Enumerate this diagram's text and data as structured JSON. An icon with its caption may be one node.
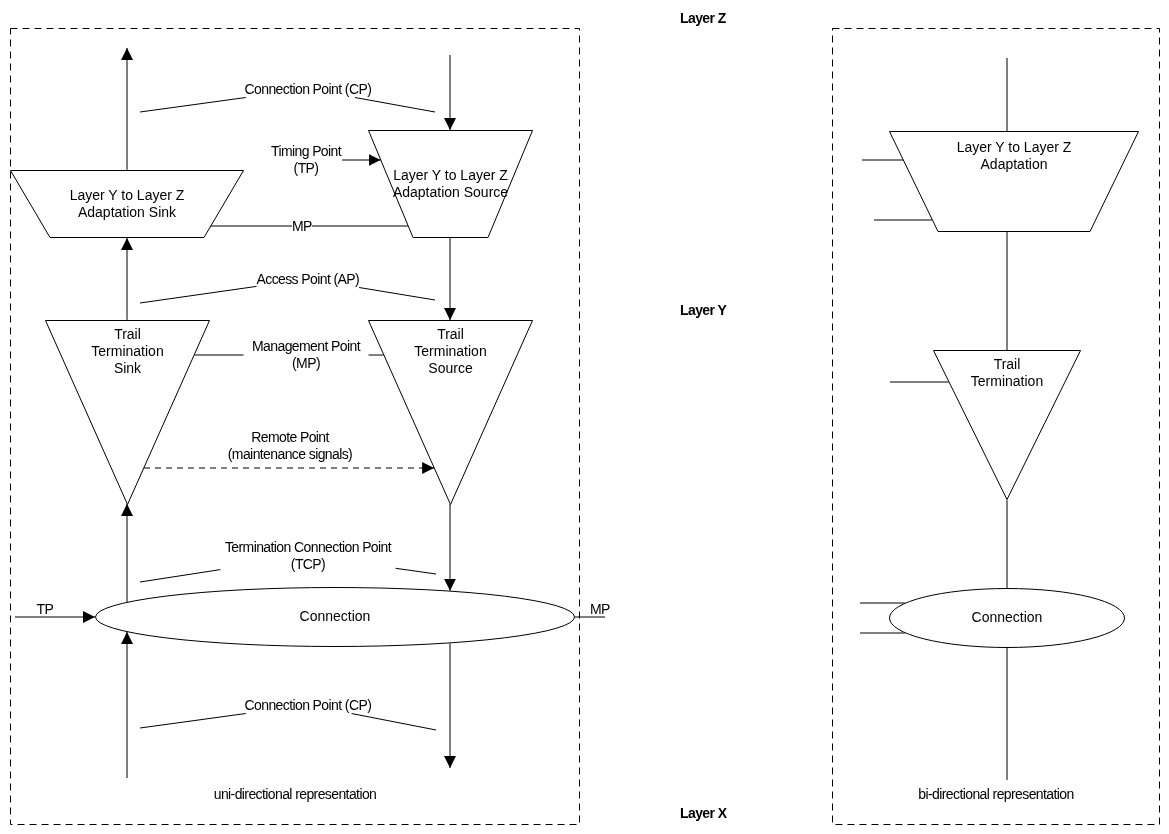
{
  "diagram": {
    "nodes": [
      {
        "text": [
          "uni-directional representation"
        ]
      },
      {
        "text": [
          "bi-directional representation"
        ]
      },
      {
        "text": [
          "Layer Y to Layer Z Adaptation Sink"
        ],
        "in": 0
      },
      {
        "text": [
          "Layer Y to Layer Z Adaptation Source"
        ],
        "in": 0
      },
      {
        "text": [
          "Trail Termination Sink"
        ],
        "in": 0
      },
      {
        "text": [
          "Trail Termination Source"
        ],
        "in": 0
      },
      {
        "text": [
          "Connection"
        ],
        "in": 0
      },
      {
        "text": [
          "Layer Y to Layer Z Adaptation"
        ],
        "in": 1
      },
      {
        "text": [
          "Trail Termination"
        ],
        "in": 1
      },
      {
        "text": [
          "Connection"
        ],
        "in": 1
      },
      {
        "text": [
          "Connection Point (CP)"
        ],
        "in": 0
      },
      {
        "text": [
          "Timing Point (TP)"
        ],
        "in": 0
      },
      {
        "text": [
          "MP"
        ],
        "in": 0
      },
      {
        "text": [
          "Access Point (AP)"
        ],
        "in": 0
      },
      {
        "text": [
          "Management Point (MP)"
        ],
        "in": 0
      },
      {
        "text": [
          "Termination Connection Point (TCP)"
        ],
        "in": 0
      },
      {
        "text": [
          "TP"
        ],
        "in": 0
      },
      {
        "text": [
          "MP"
        ]
      },
      {
        "text": [
          "Connection Point (CP)"
        ],
        "in": 0
      }
    ],
    "edges": [
      {
        "from": null,
        "to": 3,
        "arrow": "to"
      },
      {
        "from": 2,
        "to": null,
        "arrow": "to"
      },
      {
        "from": 4,
        "to": 2,
        "arrow": "to"
      },
      {
        "from": 3,
        "to": 5,
        "arrow": "to"
      },
      {
        "from": 4,
        "to": 5,
        "arrow": "to",
        "style": "dashed",
        "label": "Remote Point (maintenance signals)"
      },
      {
        "from": 6,
        "to": 4,
        "arrow": "to"
      },
      {
        "from": 5,
        "to": 6,
        "arrow": "to"
      },
      {
        "from": null,
        "to": 6,
        "arrow": "to"
      },
      {
        "from": 6,
        "to": null,
        "arrow": "to"
      },
      {
        "from": 11,
        "to": 3,
        "arrow": "to"
      },
      {
        "from": 16,
        "to": 6,
        "arrow": "to"
      },
      {
        "from": 6,
        "to": 17,
        "arrow": "none"
      },
      {
        "from": 12,
        "to": 2,
        "arrow": "none"
      },
      {
        "from": 12,
        "to": 3,
        "arrow": "none"
      },
      {
        "from": 14,
        "to": 4,
        "arrow": "none"
      },
      {
        "from": 14,
        "to": 5,
        "arrow": "none"
      },
      {
        "from": 10,
        "to": null,
        "arrow": "none"
      },
      {
        "from": 10,
        "to": null,
        "arrow": "none"
      },
      {
        "from": 13,
        "to": null,
        "arrow": "none"
      },
      {
        "from": 13,
        "to": null,
        "arrow": "none"
      },
      {
        "from": 15,
        "to": null,
        "arrow": "none"
      },
      {
        "from": 15,
        "to": null,
        "arrow": "none"
      },
      {
        "from": 18,
        "to": null,
        "arrow": "none"
      },
      {
        "from": 18,
        "to": null,
        "arrow": "none"
      },
      {
        "from": null,
        "to": 7,
        "arrow": "none"
      },
      {
        "from": 7,
        "to": 8,
        "arrow": "none"
      },
      {
        "from": 8,
        "to": 9,
        "arrow": "none"
      },
      {
        "from": 9,
        "to": null,
        "arrow": "none"
      },
      {
        "from": null,
        "to": 7,
        "arrow": "none"
      },
      {
        "from": null,
        "to": 7,
        "arrow": "none"
      },
      {
        "from": null,
        "to": 8,
        "arrow": "none"
      },
      {
        "from": null,
        "to": 9,
        "arrow": "none"
      },
      {
        "from": null,
        "to": 9,
        "arrow": "none"
      }
    ],
    "labels": [
      "Layer Z",
      "Layer Y",
      "Layer X"
    ]
  }
}
